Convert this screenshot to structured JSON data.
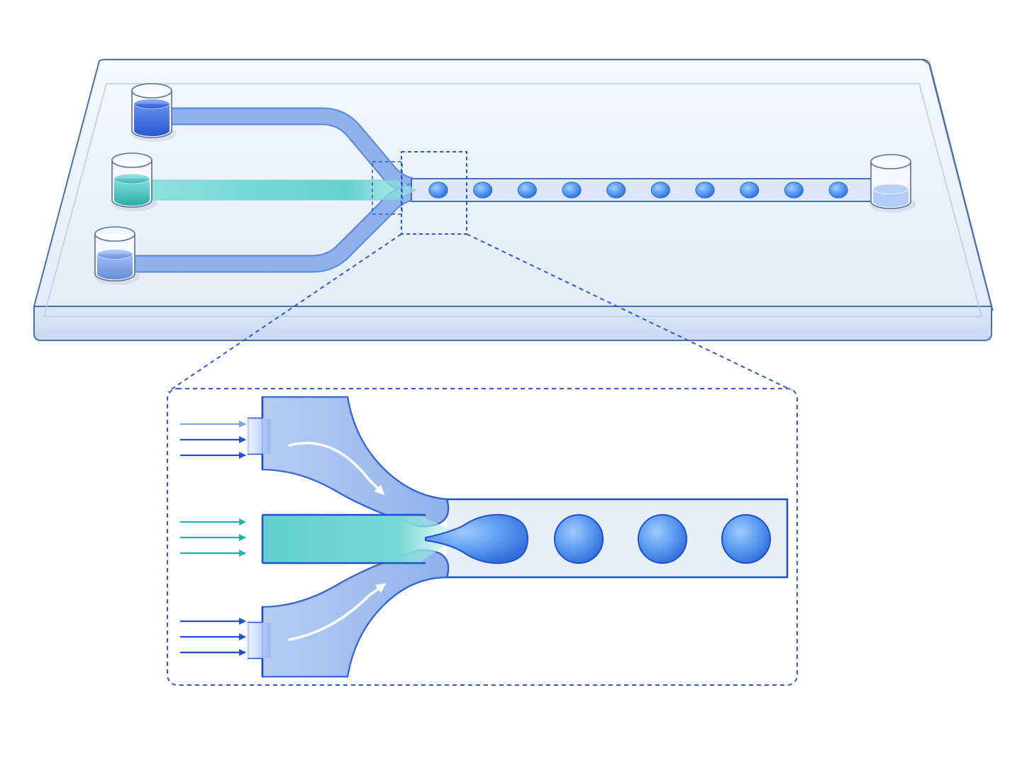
{
  "colors": {
    "background": "#ffffff",
    "chip_face": "#eaf2fc",
    "chip_edge": "#4a6fb0",
    "oil_channel": "#7ea7e8",
    "oil_channel_dark": "#5b86d8",
    "aqueous_phase": "#62d2cf",
    "droplet": "#5b9bf0",
    "droplet_dark": "#2f6ed8",
    "dashed_callout": "#2d5bc9",
    "arrow_oil": "#1f4fd1",
    "arrow_aqueous": "#1fb3b3"
  },
  "chip": {
    "inlet_wells": [
      {
        "name": "top-oil-inlet",
        "fluid": "oil",
        "fill_level": 0.75
      },
      {
        "name": "middle-aqueous-inlet",
        "fluid": "aqueous",
        "fill_level": 0.6
      },
      {
        "name": "bottom-oil-inlet",
        "fluid": "oil",
        "fill_level": 0.55
      }
    ],
    "outlet_well": {
      "name": "outlet",
      "fill_level": 0.35
    },
    "channel_droplet_count": 10
  },
  "callout": {
    "oil_inflow_arrows_per_inlet": 3,
    "aqueous_inflow_arrows": 3,
    "pinching_droplet_count": 1,
    "released_droplet_count": 3
  },
  "icons": [
    "inflow-arrow-icon",
    "flow-direction-arrow-icon"
  ]
}
